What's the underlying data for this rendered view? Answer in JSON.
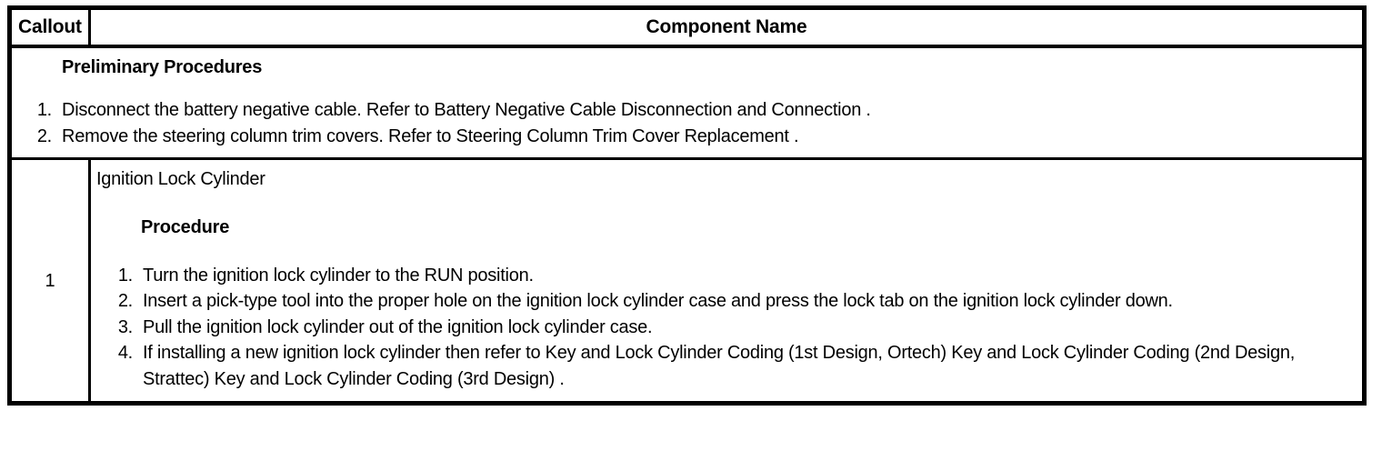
{
  "table": {
    "header": {
      "callout_label": "Callout",
      "component_label": "Component Name"
    },
    "preliminary": {
      "title": "Preliminary Procedures",
      "steps": [
        {
          "marker": "1.",
          "text": "Disconnect the battery negative cable. Refer to Battery Negative Cable Disconnection and Connection ."
        },
        {
          "marker": "2.",
          "text": "Remove the steering column trim covers. Refer to Steering Column Trim Cover Replacement ."
        }
      ]
    },
    "rows": [
      {
        "callout": "1",
        "component_name": "Ignition Lock Cylinder",
        "procedure_title": "Procedure",
        "steps": [
          {
            "marker": "1.",
            "text": "Turn the ignition lock cylinder to the RUN position."
          },
          {
            "marker": "2.",
            "text": "Insert a pick-type tool into the proper hole on the ignition lock cylinder case and press the lock tab on the ignition lock cylinder down."
          },
          {
            "marker": "3.",
            "text": "Pull the ignition lock cylinder out of the ignition lock cylinder case."
          },
          {
            "marker": "4.",
            "text": "If installing a new ignition lock cylinder then refer to Key and Lock Cylinder Coding (1st Design, Ortech) Key and Lock Cylinder Coding (2nd Design, Strattec) Key and Lock Cylinder Coding (3rd Design) ."
          }
        ]
      }
    ]
  },
  "colors": {
    "border": "#000000",
    "text": "#000000",
    "background": "#ffffff"
  }
}
